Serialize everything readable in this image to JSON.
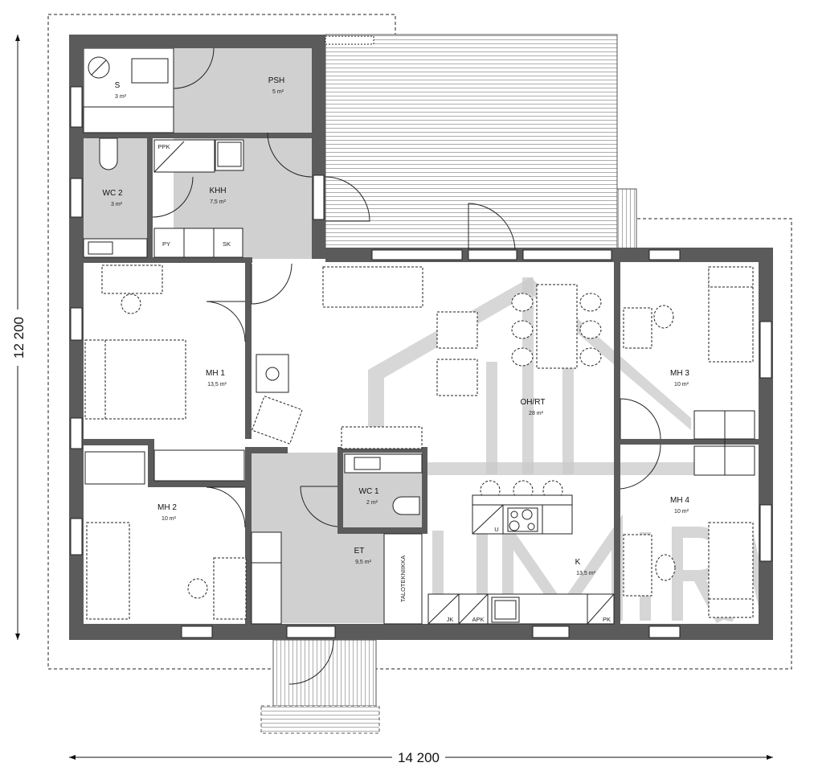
{
  "plan": {
    "dimensions": {
      "height_label": "12 200",
      "width_label": "14 200"
    },
    "watermark": "LUMIRA",
    "rooms": {
      "s": {
        "name": "S",
        "area": "3 m²"
      },
      "psh": {
        "name": "PSH",
        "area": "5 m²"
      },
      "wc2": {
        "name": "WC 2",
        "area": "3 m²"
      },
      "khh": {
        "name": "KHH",
        "area": "7,5 m²"
      },
      "mh1": {
        "name": "MH 1",
        "area": "13,5 m²"
      },
      "mh2": {
        "name": "MH 2",
        "area": "10 m²"
      },
      "mh3": {
        "name": "MH 3",
        "area": "10 m²"
      },
      "mh4": {
        "name": "MH 4",
        "area": "10 m²"
      },
      "ohrt": {
        "name": "OH/RT",
        "area": "28 m²"
      },
      "wc1": {
        "name": "WC 1",
        "area": "2 m²"
      },
      "et": {
        "name": "ET",
        "area": "9,5 m²"
      },
      "k": {
        "name": "K",
        "area": "13,5 m²"
      },
      "taloteknikka": {
        "name": "TALOTEKNIIKKA"
      }
    },
    "fixtures": {
      "ppk": "PPK",
      "py": "PY",
      "sk": "SK",
      "u": "U",
      "jk": "JK",
      "apk": "APK",
      "pk": "PK"
    }
  }
}
